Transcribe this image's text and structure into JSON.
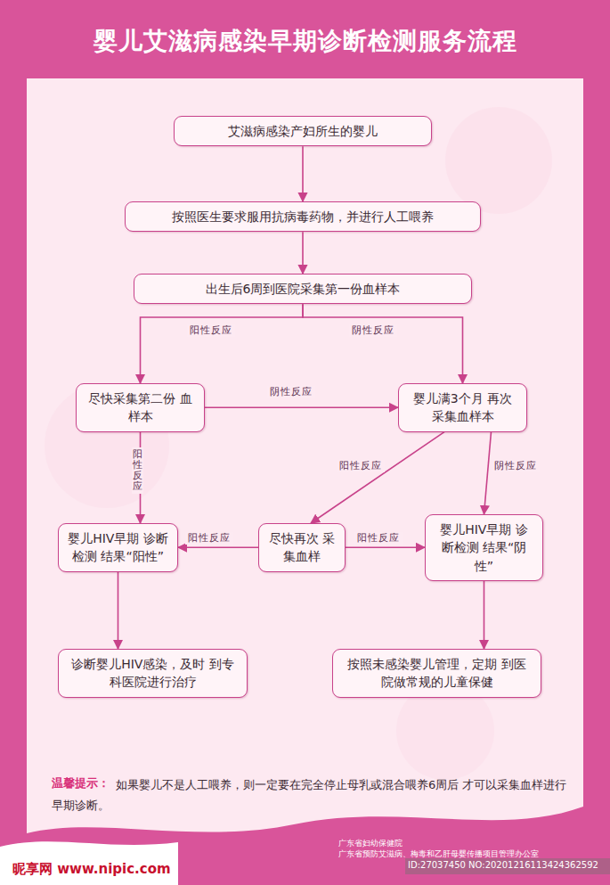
{
  "diagram": {
    "title": "婴儿艾滋病感染早期诊断检测服务流程",
    "nodes": [
      {
        "text": [
          "艾滋病感染产妇所生的婴儿"
        ]
      },
      {
        "text": [
          "按照医生要求服用抗病毒药物，并进行人工喂养"
        ]
      },
      {
        "text": [
          "出生后6周到医院采集第一份血样本"
        ]
      },
      {
        "text": [
          "尽快采集第二份 血样本"
        ]
      },
      {
        "text": [
          "婴儿满3个月 再次采集血样本"
        ]
      },
      {
        "text": [
          "婴儿HIV早期 诊断检测 结果“阳性”"
        ]
      },
      {
        "text": [
          "尽快再次 采集血样"
        ]
      },
      {
        "text": [
          "婴儿HIV早期 诊断检测 结果“阴性”"
        ]
      },
      {
        "text": [
          "诊断婴儿HIV感染，及时 到专科医院进行治疗"
        ]
      },
      {
        "text": [
          "按照未感染婴儿管理，定期 到医院做常规的儿童保健"
        ]
      }
    ],
    "edges": [
      {
        "from": 0,
        "to": 1,
        "arrow": "to"
      },
      {
        "from": 1,
        "to": 2,
        "arrow": "to"
      },
      {
        "from": 2,
        "to": 3,
        "label": "阳性反应",
        "arrow": "to"
      },
      {
        "from": 2,
        "to": 4,
        "label": "阴性反应",
        "arrow": "to"
      },
      {
        "from": 3,
        "to": 4,
        "label": "阴性反应",
        "arrow": "to"
      },
      {
        "from": 3,
        "to": 5,
        "label": "阳性反应",
        "arrow": "to"
      },
      {
        "from": 4,
        "to": 6,
        "label": "阳性反应",
        "arrow": "to"
      },
      {
        "from": 4,
        "to": 7,
        "label": "阴性反应",
        "arrow": "to"
      },
      {
        "from": 6,
        "to": 5,
        "label": "阳性反应",
        "arrow": "to"
      },
      {
        "from": 6,
        "to": 7,
        "label": "阳性反应",
        "arrow": "to"
      },
      {
        "from": 5,
        "to": 8,
        "arrow": "to"
      },
      {
        "from": 7,
        "to": 9,
        "arrow": "to"
      }
    ],
    "labels": [
      "温馨提示：",
      "如果婴儿不是人工喂养，则一定要在完全停止母乳或混合喂养6周后 才可以采集血样进行早期诊断。",
      "广东省妇幼保健院",
      "广东省预防艾滋病、梅毒和乙肝母婴传播项目管理办公室",
      "昵享网 www.nipic.com",
      "ID:27037450 NO:20201216113424362592"
    ]
  }
}
